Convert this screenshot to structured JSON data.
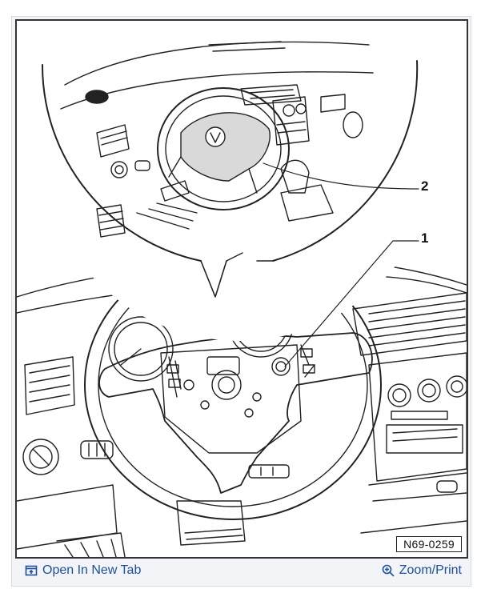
{
  "figure": {
    "callouts": [
      {
        "label": "1"
      },
      {
        "label": "2"
      }
    ],
    "figure_id": "N69-0259"
  },
  "toolbar": {
    "open_tab_label": "Open In New Tab",
    "open_tab_icon": "open-new-tab-icon",
    "zoom_label": "Zoom/Print",
    "zoom_icon": "zoom-in-icon",
    "link_color": "#1d4f9c"
  }
}
